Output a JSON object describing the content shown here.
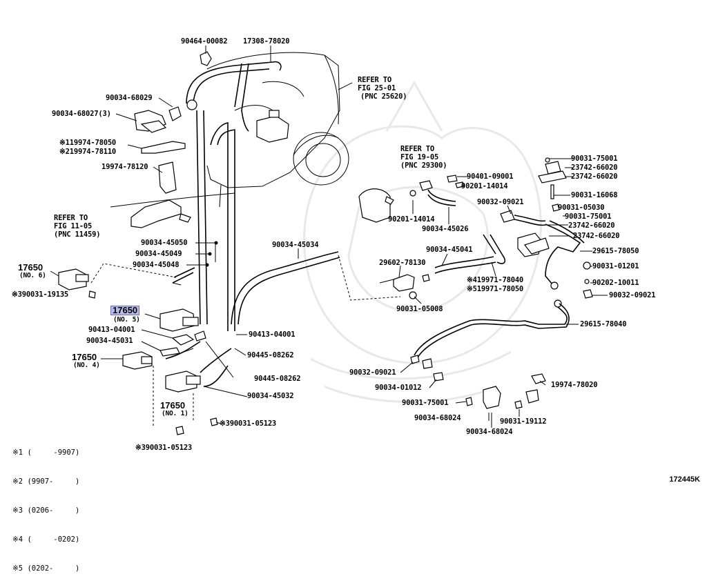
{
  "figure_number": "172445K",
  "refer_notes": [
    {
      "line1": "REFER TO",
      "line2": "FIG 25-01",
      "line3": "(PNC 25620)"
    },
    {
      "line1": "REFER TO",
      "line2": "FIG 19-05",
      "line3": "(PNC 29300)"
    },
    {
      "line1": "REFER TO",
      "line2": "FIG 11-05",
      "line3": "(PNC 11459)"
    }
  ],
  "parts": {
    "p01": "90464-00082",
    "p02": "17308-78020",
    "p03": "90034-68029",
    "p04": "90034-68027(3)",
    "p05": "※119974-78050",
    "p06": "※219974-78110",
    "p07": "19974-78120",
    "p08": "90034-45050",
    "p09": "90034-45049",
    "p10": "90034-45048",
    "p11": "90034-45034",
    "p12": "90031-75001",
    "p13": "23742-66020",
    "p14": "23742-66020",
    "p15": "90031-16068",
    "p16": "90401-09001",
    "p17": "90201-14014",
    "p18": "90032-09021",
    "p19": "90031-05030",
    "p20": "90031-75001",
    "p21": "23742-66020",
    "p22": "23742-66020",
    "p23": "90201-14014",
    "p24": "90034-45026",
    "p25": "29615-78050",
    "p26": "90034-45041",
    "p27": "29602-78130",
    "p28": "90031-01201",
    "p29": "90202-10011",
    "p30": "※419971-78040",
    "p31": "※519971-78050",
    "p32": "90032-09021",
    "p33": "90031-05008",
    "p34": "※390031-19135",
    "p35": "90413-04001",
    "p36": "90034-45031",
    "p37": "90413-04001",
    "p38": "90445-08262",
    "p39": "90445-08262",
    "p40": "90034-45032",
    "p41": "29615-78040",
    "p42": "90032-09021",
    "p43": "90034-01012",
    "p44": "19974-78020",
    "p45": "90031-75001",
    "p46": "90034-68024",
    "p47": "90031-19112",
    "p48": "90034-68024",
    "p49": "※390031-05123",
    "p50": "※390031-05123"
  },
  "vsv": [
    {
      "pnc": "17650",
      "no": "(NO. 6)"
    },
    {
      "pnc": "17650",
      "no": "(NO. 5)"
    },
    {
      "pnc": "17650",
      "no": "(NO. 4)"
    },
    {
      "pnc": "17650",
      "no": "(NO. 1)"
    }
  ],
  "legend": [
    "※1 (     -9907)",
    "※2 (9907-     )",
    "※3 (0206-     )",
    "※4 (     -0202)",
    "※5 (0202-     )"
  ]
}
